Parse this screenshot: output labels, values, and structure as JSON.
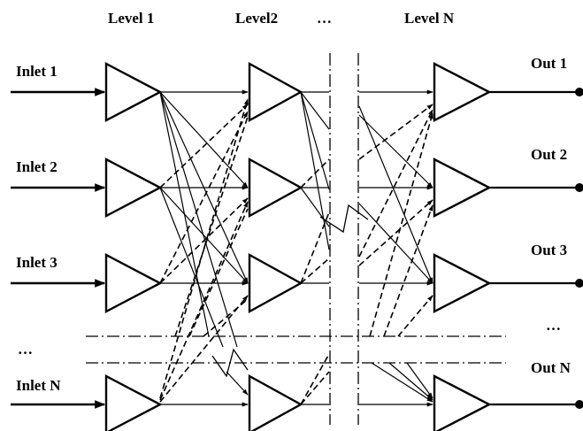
{
  "headers": {
    "level1": "Level 1",
    "level2": "Level2",
    "ellipsis": "…",
    "levelN": "Level N"
  },
  "inlets": [
    "Inlet 1",
    "Inlet 2",
    "Inlet 3",
    "Inlet N"
  ],
  "outlets": [
    "Out 1",
    "Out 2",
    "Out 3",
    "Out N"
  ],
  "row_ellipsis_left": "…",
  "row_ellipsis_right": "…",
  "colors": {
    "ink": "#000000",
    "background": "#ffffff"
  }
}
